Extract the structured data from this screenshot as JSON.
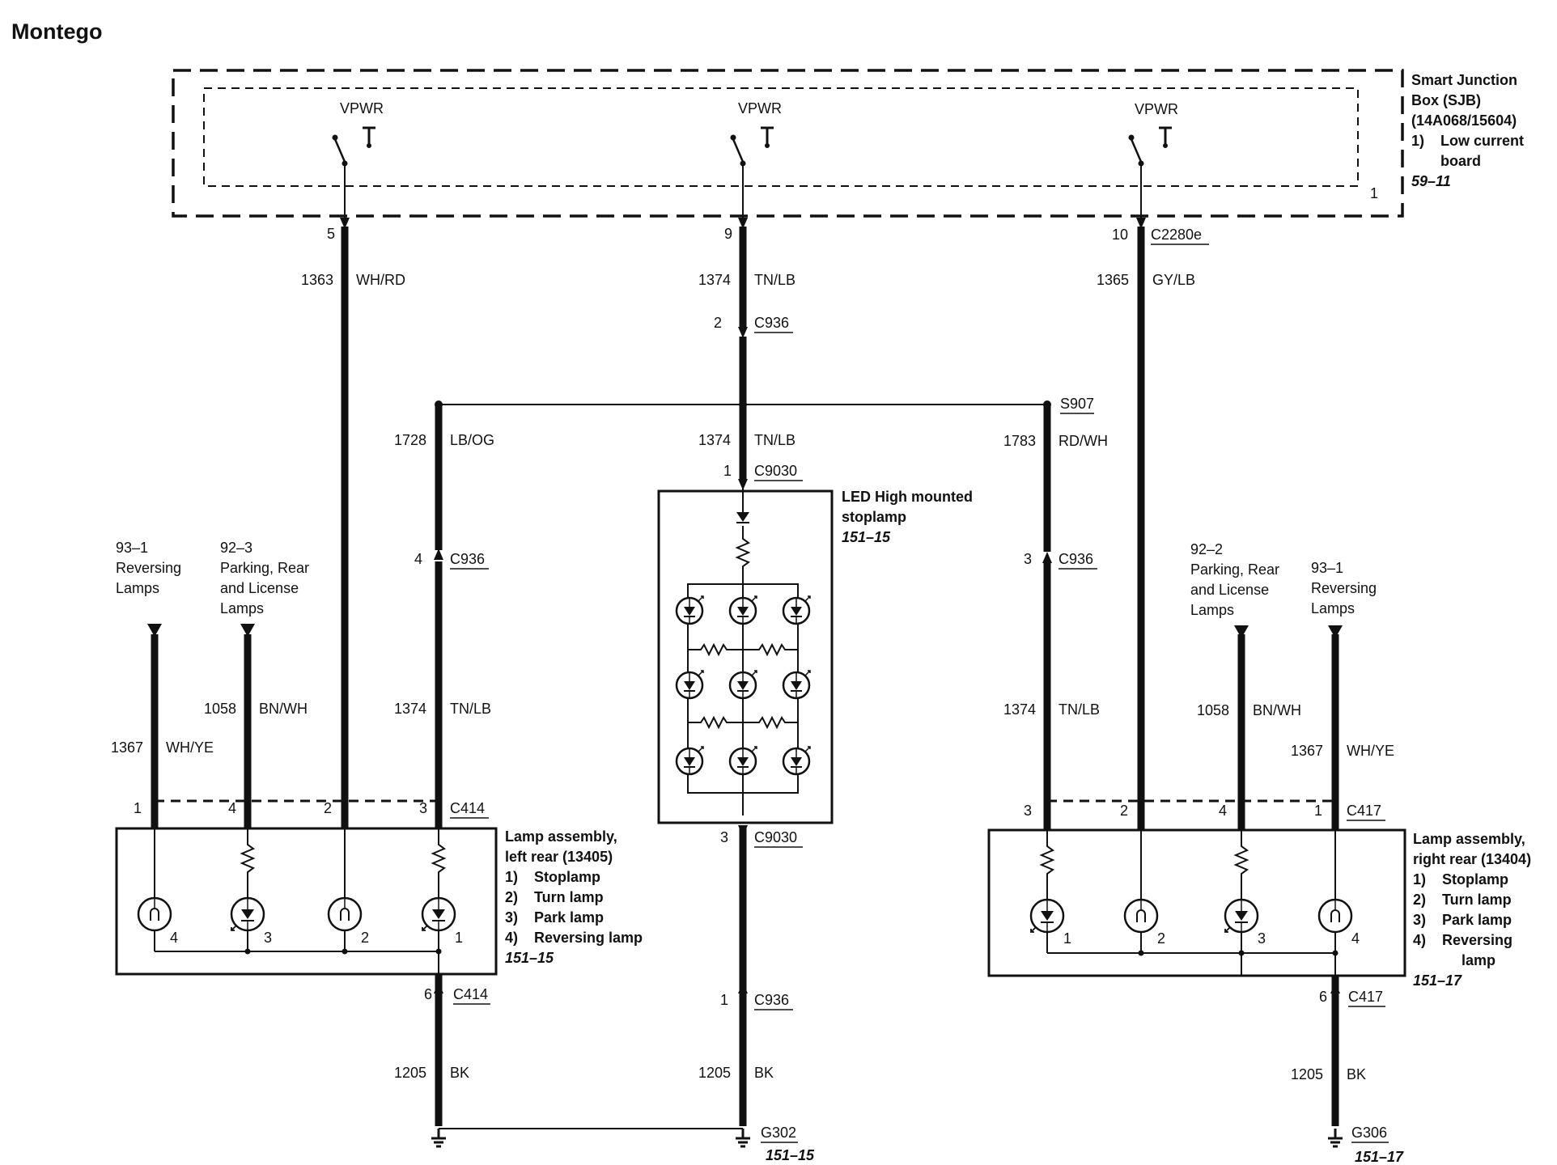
{
  "title": "Montego",
  "sjb": {
    "lines": [
      "Smart Junction",
      "Box (SJB)",
      "(14A068/15604)"
    ],
    "sub_num": "1)",
    "sub_lines": [
      "Low current",
      "board"
    ],
    "ref": "59–11",
    "corner": "1",
    "vpwr": [
      "VPWR",
      "VPWR",
      "VPWR"
    ],
    "pins": [
      "5",
      "9",
      "10"
    ],
    "connector": "C2280e"
  },
  "wires": {
    "w1363": {
      "num": "1363",
      "color": "WH/RD"
    },
    "w1374a": {
      "num": "1374",
      "color": "TN/LB"
    },
    "w1365": {
      "num": "1365",
      "color": "GY/LB"
    },
    "w1728": {
      "num": "1728",
      "color": "LB/OG"
    },
    "w1374b": {
      "num": "1374",
      "color": "TN/LB"
    },
    "w1783": {
      "num": "1783",
      "color": "RD/WH"
    },
    "w1374l": {
      "num": "1374",
      "color": "TN/LB"
    },
    "w1374r": {
      "num": "1374",
      "color": "TN/LB"
    },
    "w1058l": {
      "num": "1058",
      "color": "BN/WH"
    },
    "w1367l": {
      "num": "1367",
      "color": "WH/YE"
    },
    "w1058r": {
      "num": "1058",
      "color": "BN/WH"
    },
    "w1367r": {
      "num": "1367",
      "color": "WH/YE"
    },
    "w1205l": {
      "num": "1205",
      "color": "BK"
    },
    "w1205c": {
      "num": "1205",
      "color": "BK"
    },
    "w1205r": {
      "num": "1205",
      "color": "BK"
    }
  },
  "connectors": {
    "c936_top": {
      "pin": "2",
      "name": "C936"
    },
    "c936_left": {
      "pin": "4",
      "name": "C936"
    },
    "c936_right": {
      "pin": "3",
      "name": "C936"
    },
    "c936_bottom": {
      "pin": "1",
      "name": "C936"
    },
    "c9030_top": {
      "pin": "1",
      "name": "C9030"
    },
    "c9030_bottom": {
      "pin": "3",
      "name": "C9030"
    },
    "c414_top": {
      "name": "C414",
      "pins": [
        "1",
        "4",
        "2",
        "3"
      ]
    },
    "c414_bottom": {
      "pin": "6",
      "name": "C414"
    },
    "c417_top": {
      "name": "C417",
      "pins": [
        "3",
        "2",
        "4",
        "1"
      ]
    },
    "c417_bottom": {
      "pin": "6",
      "name": "C417"
    }
  },
  "splice": "S907",
  "ground_left": {
    "name": "G302",
    "ref": "151–15"
  },
  "ground_right": {
    "name": "G306",
    "ref": "151–17"
  },
  "left_refs": {
    "rev": [
      "93–1",
      "Reversing",
      "Lamps"
    ],
    "park": [
      "92–3",
      "Parking, Rear",
      "and License",
      "Lamps"
    ]
  },
  "right_refs": {
    "park": [
      "92–2",
      "Parking, Rear",
      "and License",
      "Lamps"
    ],
    "rev": [
      "93–1",
      "Reversing",
      "Lamps"
    ]
  },
  "led": {
    "lines": [
      "LED High mounted",
      "stoplamp"
    ],
    "ref": "151–15"
  },
  "left_lamp": {
    "lines": [
      "Lamp assembly,",
      "left rear (13405)"
    ],
    "items": [
      {
        "num": "1)",
        "text": "Stoplamp"
      },
      {
        "num": "2)",
        "text": "Turn lamp"
      },
      {
        "num": "3)",
        "text": "Park lamp"
      },
      {
        "num": "4)",
        "text": "Reversing lamp"
      }
    ],
    "ref": "151–15",
    "bulb_nums": [
      "4",
      "3",
      "2",
      "1"
    ]
  },
  "right_lamp": {
    "lines": [
      "Lamp assembly,",
      "right rear (13404)"
    ],
    "items": [
      {
        "num": "1)",
        "text": "Stoplamp"
      },
      {
        "num": "2)",
        "text": "Turn lamp"
      },
      {
        "num": "3)",
        "text": "Park lamp"
      },
      {
        "num": "4)",
        "text": "Reversing"
      }
    ],
    "item4_cont": "lamp",
    "ref": "151–17",
    "bulb_nums": [
      "1",
      "2",
      "3",
      "4"
    ]
  }
}
